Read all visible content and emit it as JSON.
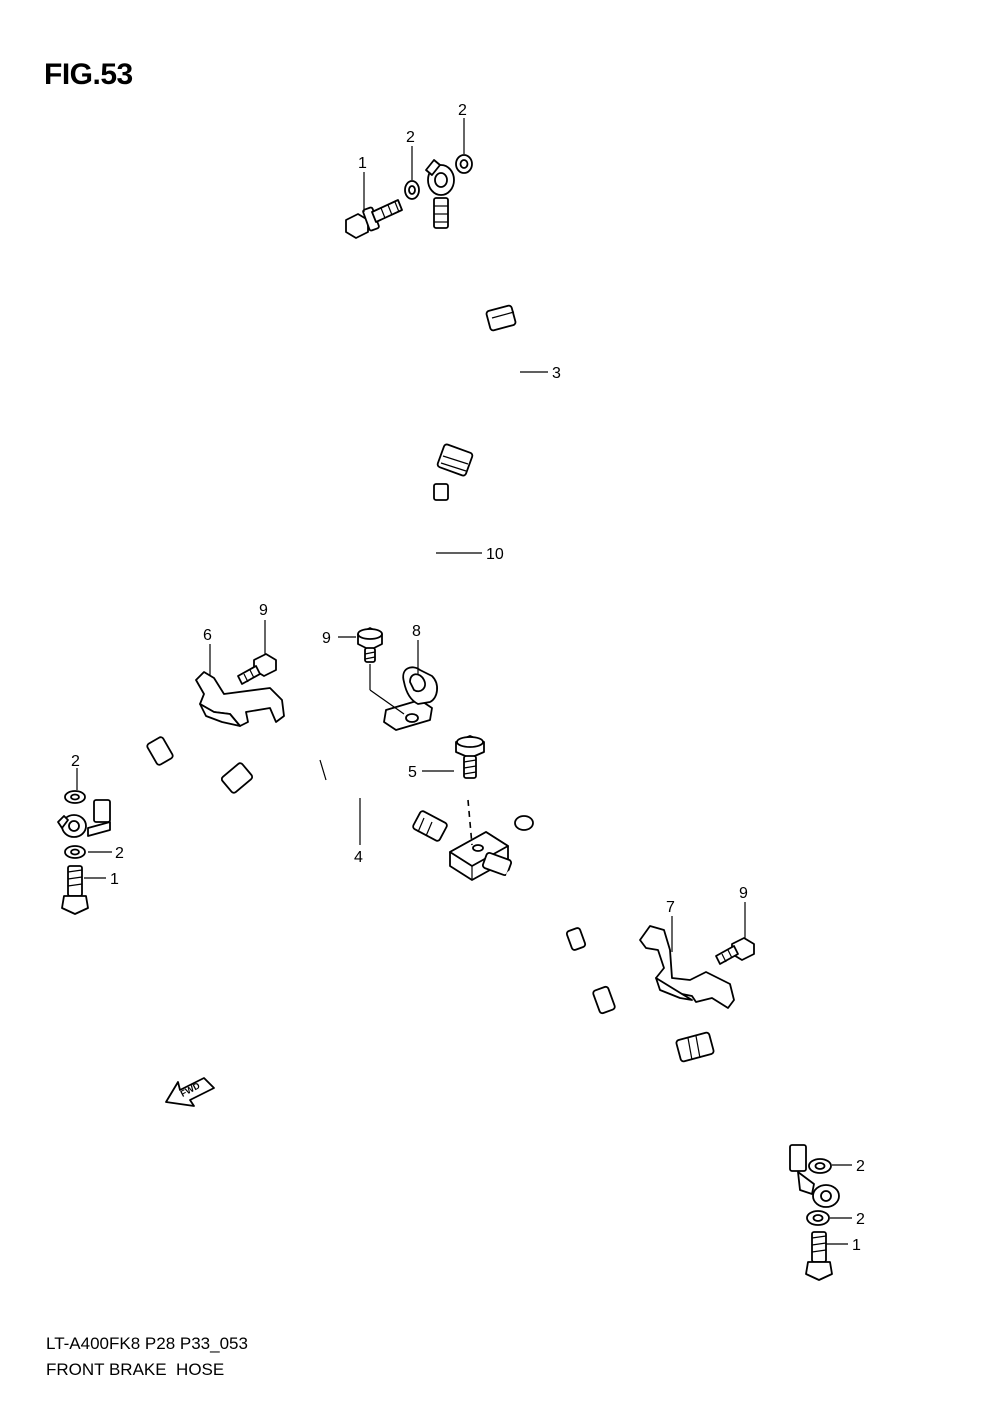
{
  "figure": {
    "title": "FIG.53",
    "model_code": "LT-A400FK8 P28 P33_053",
    "caption": "FRONT BRAKE  HOSE",
    "fwd_label": "FWD"
  },
  "callouts": [
    {
      "id": "c1a",
      "label": "1"
    },
    {
      "id": "c2a",
      "label": "2"
    },
    {
      "id": "c2b",
      "label": "2"
    },
    {
      "id": "c3",
      "label": "3"
    },
    {
      "id": "c10",
      "label": "10"
    },
    {
      "id": "c9a",
      "label": "9"
    },
    {
      "id": "c6",
      "label": "6"
    },
    {
      "id": "c9b",
      "label": "9"
    },
    {
      "id": "c8",
      "label": "8"
    },
    {
      "id": "c2c",
      "label": "2"
    },
    {
      "id": "c5",
      "label": "5"
    },
    {
      "id": "c2d",
      "label": "2"
    },
    {
      "id": "c1b",
      "label": "1"
    },
    {
      "id": "c4",
      "label": "4"
    },
    {
      "id": "c7",
      "label": "7"
    },
    {
      "id": "c9c",
      "label": "9"
    },
    {
      "id": "c2e",
      "label": "2"
    },
    {
      "id": "c2f",
      "label": "2"
    },
    {
      "id": "c1c",
      "label": "1"
    }
  ]
}
